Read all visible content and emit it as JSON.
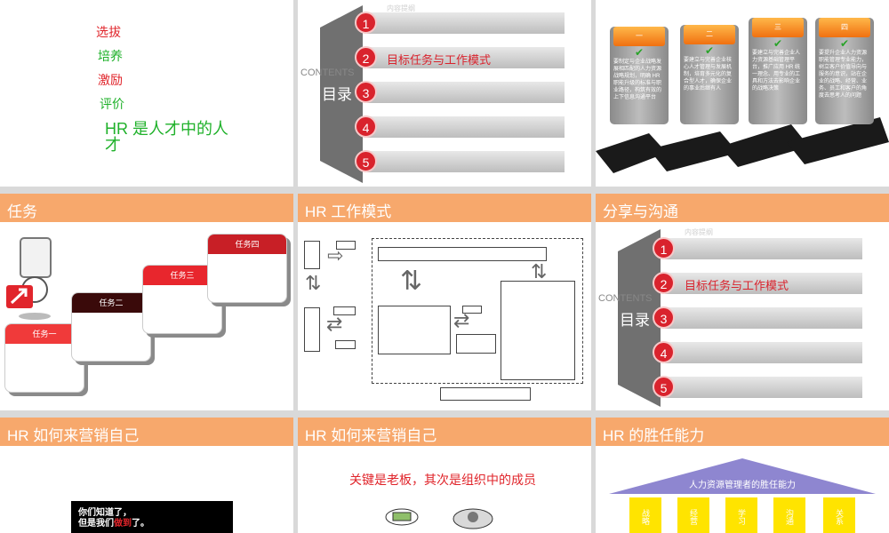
{
  "slide1": {
    "lines": [
      "选拔",
      "培养",
      "激励",
      "评价"
    ],
    "colors": [
      "#e0242a",
      "#1fb12a",
      "#e0242a",
      "#1fb12a"
    ],
    "tagline": "HR 是人才中的人才"
  },
  "slide2": {
    "faint_header": "内容提纲",
    "contents_en": "CONTENTS",
    "contents_cn": "目录",
    "items": [
      {
        "num": "1",
        "label": ""
      },
      {
        "num": "2",
        "label": "目标任务与工作模式"
      },
      {
        "num": "3",
        "label": ""
      },
      {
        "num": "4",
        "label": ""
      },
      {
        "num": "5",
        "label": ""
      }
    ]
  },
  "slide3": {
    "tabs": [
      "一",
      "二",
      "三",
      "四"
    ],
    "texts": [
      "要制定与企业战略发展相匹配的人力资源战略规划，明确 HR 职能升级的标准与职业路径，构筑有效的上下信息沟通平台",
      "要建立与完善企业核心人才管理与发展机制，培育多元化的复合型人才，确保企业的事业后继有人",
      "要建立与完善企业人力资源基础管理平台，推广应用 HR 统一理念、用专业的工具和方法去影响企业的战略决策",
      "要提升企业人力资源职能管理专业能力，树立客户价值导向与服务的意识，站在企业的战略、经营、业务、员工和客户的角度去思考人的问题"
    ]
  },
  "slide4": {
    "title": "任务",
    "cards": [
      "任务一",
      "任务二",
      "任务三",
      "任务四"
    ]
  },
  "slide5": {
    "title": "HR 工作模式"
  },
  "slide6": {
    "title": "分享与沟通",
    "faint_header": "内容提纲",
    "contents_en": "CONTENTS",
    "contents_cn": "目录",
    "items": [
      {
        "num": "1",
        "label": ""
      },
      {
        "num": "2",
        "label": "目标任务与工作模式"
      },
      {
        "num": "3",
        "label": ""
      },
      {
        "num": "4",
        "label": ""
      },
      {
        "num": "5",
        "label": ""
      }
    ]
  },
  "slide7": {
    "title": "HR 如何来营销自己",
    "box_line1": "你们知道了，",
    "box_line2_a": "但是我们",
    "box_line2_b": "做到",
    "box_line2_c": "了。"
  },
  "slide8": {
    "title": "HR 如何来营销自己",
    "headline": "关键是老板，其次是组织中的成员"
  },
  "slide9": {
    "title": "HR 的胜任能力",
    "roof": "人力资源管理者的胜任能力",
    "pillars": [
      "战略",
      "经营",
      "学习",
      "沟通",
      "关系"
    ]
  },
  "colors": {
    "bar": "#f7a86c",
    "red": "#d9232d",
    "green": "#1fb12a",
    "orange": "#f28a1e",
    "roof": "#8e86d0",
    "pillar": "#ffe400"
  }
}
